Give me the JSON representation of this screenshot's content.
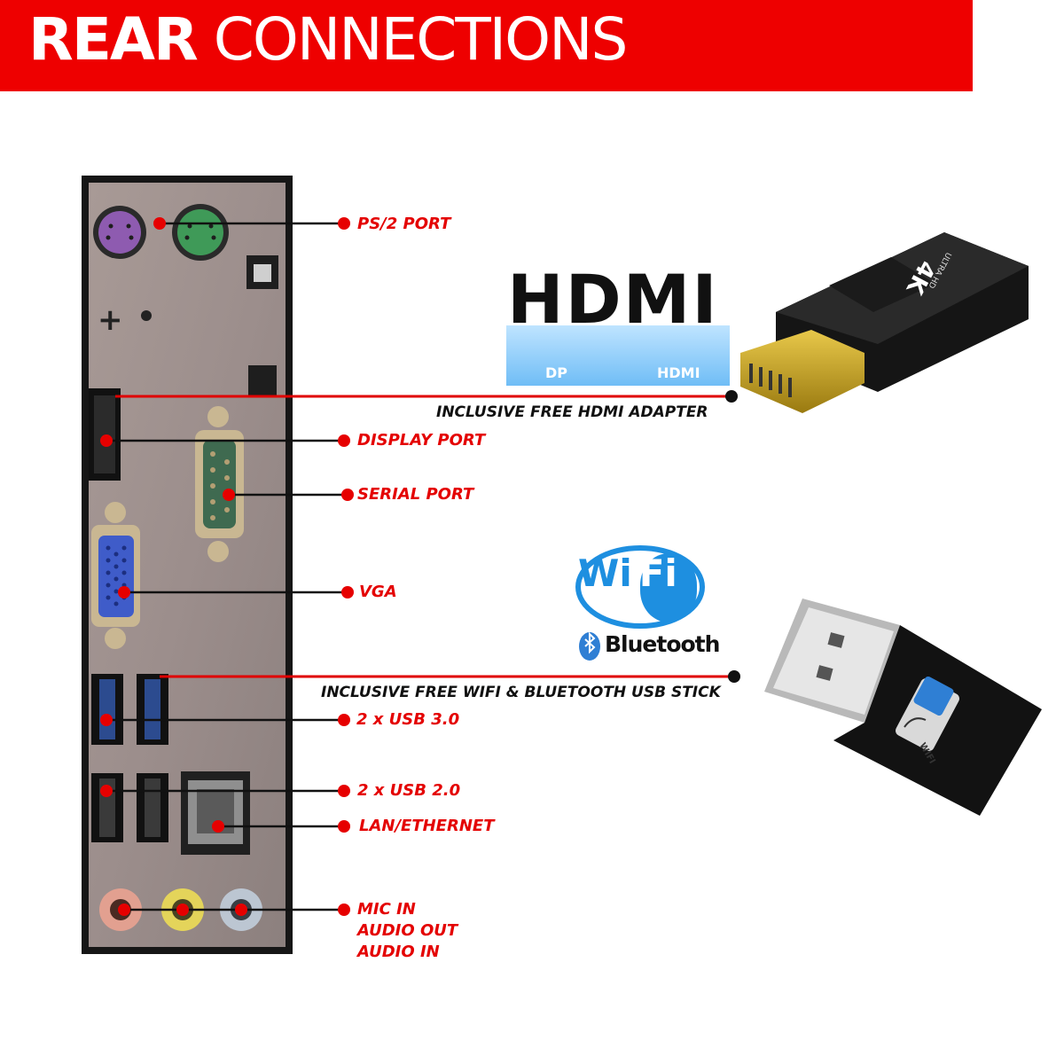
{
  "banner": {
    "title_bold": "REAR",
    "title_rest": "CONNECTIONS"
  },
  "ports": {
    "ps2": "PS/2 PORT",
    "display": "DISPLAY PORT",
    "serial": "SERIAL PORT",
    "vga": "VGA",
    "usb3": "2 x USB 3.0",
    "usb2": "2 x USB 2.0",
    "lan": "LAN/ETHERNET",
    "mic_in": "MIC IN",
    "audio_out": "AUDIO OUT",
    "audio_in": "AUDIO IN"
  },
  "accessories": {
    "hdmi_adapter": "INCLUSIVE FREE HDMI ADAPTER",
    "wifi_stick": "INCLUSIVE FREE WIFI & BLUETOOTH USB STICK"
  },
  "hdmi_graphic": {
    "logo": "HDMI",
    "from": "DP",
    "to": "HDMI",
    "badge": "4K",
    "badge_sub": "ULTRA HD"
  },
  "wifi_graphic": {
    "wi": "Wi",
    "fi": "Fi",
    "bluetooth": "Bluetooth",
    "stick_label": "WIFI"
  },
  "colors": {
    "accent": "#ee0000",
    "label": "#e40000",
    "dot": "#e60000"
  }
}
